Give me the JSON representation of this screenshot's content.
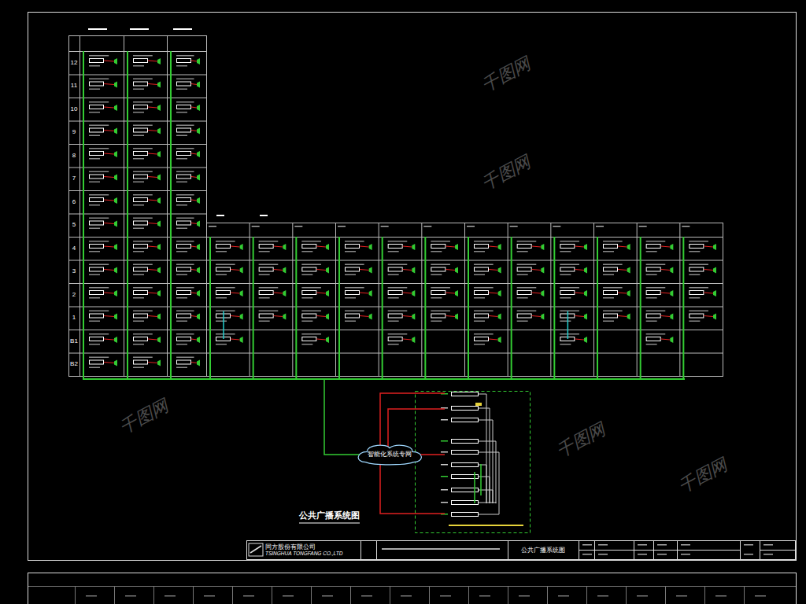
{
  "diagram": {
    "title": "公共广播系统图",
    "nodes": [
      {
        "text": [
          "智能化系统专网"
        ]
      },
      {
        "text": [
          "同方股份有限公司",
          "TSINGHUA TONGFANG CO.,LTD"
        ]
      },
      {
        "text": [
          "公共广播系统图"
        ]
      }
    ],
    "labels": [
      "12",
      "11",
      "10",
      "9",
      "8",
      "7",
      "6",
      "5",
      "4",
      "3",
      "2",
      "1",
      "B1",
      "B2",
      "千图网",
      "千图网",
      "千图网",
      "千图网",
      "千图网"
    ]
  }
}
